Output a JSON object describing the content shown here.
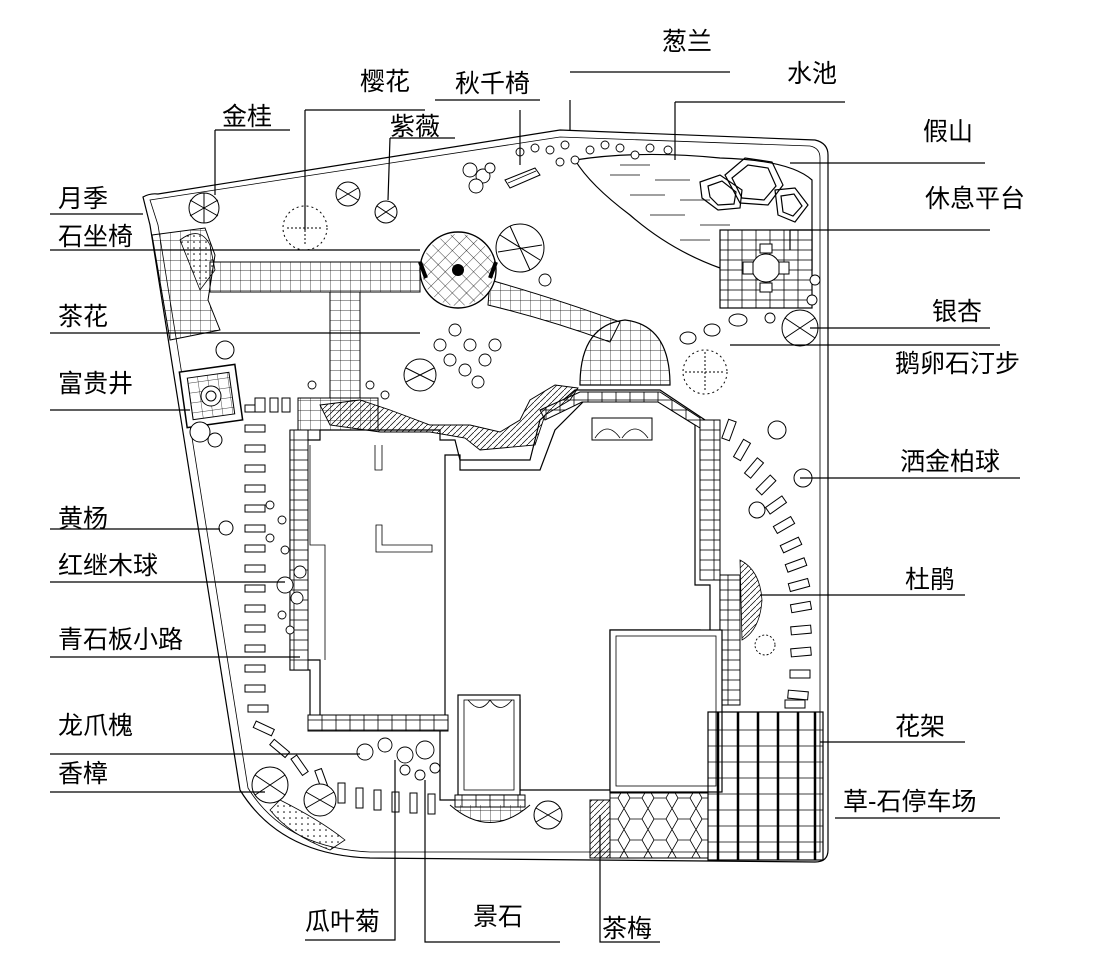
{
  "labels": {
    "conglan": "葱兰",
    "yinghua": "樱花",
    "qiuqianyi": "秋千椅",
    "shuichi": "水池",
    "jinggui": "金桂",
    "ziwei": "紫薇",
    "jiashan": "假山",
    "yueji": "月季",
    "xiuxipingtai": "休息平台",
    "shizuoyi": "石坐椅",
    "chahua": "茶花",
    "yinxing": "银杏",
    "eluanshi": "鹅卵石汀步",
    "fuguijing": "富贵井",
    "sajinbai": "洒金柏球",
    "huangyang": "黄杨",
    "hongjimu": "红继木球",
    "dujuan": "杜鹃",
    "qingshiban": "青石板小路",
    "longzhuahuai": "龙爪槐",
    "huajia": "花架",
    "xiangzhang": "香樟",
    "caoshi": "草-石停车场",
    "guayeju": "瓜叶菊",
    "jingshi": "景石",
    "chamei": "茶梅"
  }
}
